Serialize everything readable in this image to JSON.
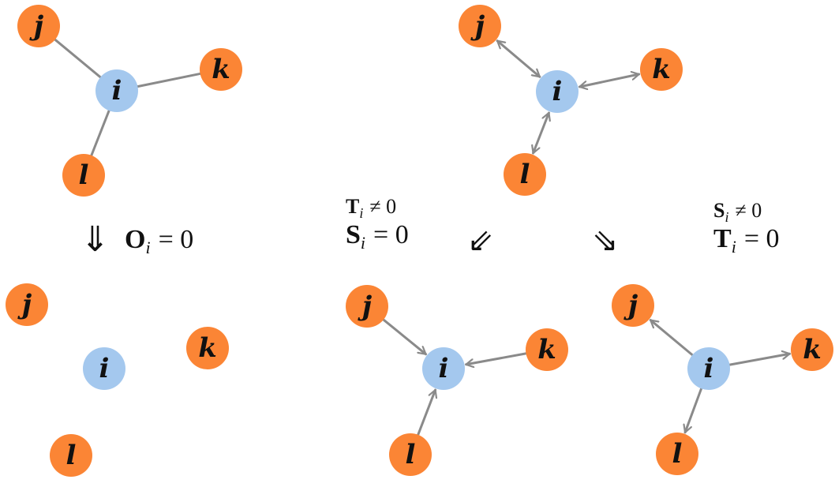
{
  "colors": {
    "center_node": "#a4c8ee",
    "outer_node": "#fb8535",
    "edge": "#8a8a8a",
    "text": "#111111"
  },
  "nodes": {
    "i": "i",
    "j": "j",
    "k": "k",
    "l": "l"
  },
  "equations": {
    "left": {
      "arrow": "⇓",
      "symbol": "O",
      "sub": "i",
      "rel": "= 0"
    },
    "middle": {
      "line1": {
        "symbol": "T",
        "sub": "i",
        "rel": "≠ 0"
      },
      "line2": {
        "symbol": "S",
        "sub": "i",
        "rel": "= 0"
      },
      "arrow": "⇙"
    },
    "right": {
      "line1": {
        "symbol": "S",
        "sub": "i",
        "rel": "≠ 0"
      },
      "line2": {
        "symbol": "T",
        "sub": "i",
        "rel": "= 0"
      },
      "arrow": "⇘"
    }
  },
  "graphs": [
    {
      "id": "top-left",
      "edge_style": "undirected"
    },
    {
      "id": "top-right",
      "edge_style": "bidirectional"
    },
    {
      "id": "bottom-left",
      "edge_style": "none"
    },
    {
      "id": "bottom-middle",
      "edge_style": "inward"
    },
    {
      "id": "bottom-right",
      "edge_style": "outward"
    }
  ]
}
